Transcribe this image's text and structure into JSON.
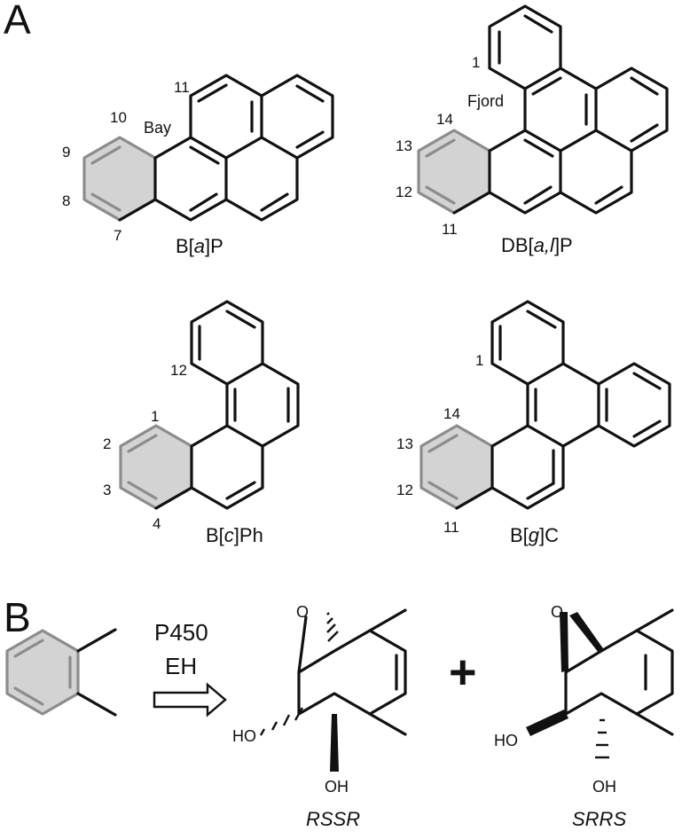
{
  "panels": {
    "a": {
      "label": "A"
    },
    "b": {
      "label": "B"
    }
  },
  "highlight_color": "#d3d3d3",
  "compounds": {
    "bap": {
      "name_prefix": "B[",
      "name_italic": "a",
      "name_suffix": "]P",
      "region": "Bay",
      "numbers": {
        "n7": "7",
        "n8": "8",
        "n9": "9",
        "n10": "10",
        "n11": "11"
      }
    },
    "dbalp": {
      "name_prefix": "DB[",
      "name_italic": "a,l",
      "name_suffix": "]P",
      "region": "Fjord",
      "numbers": {
        "n1": "1",
        "n11": "11",
        "n12": "12",
        "n13": "13",
        "n14": "14"
      }
    },
    "bcph": {
      "name_prefix": "B[",
      "name_italic": "c",
      "name_suffix": "]Ph",
      "numbers": {
        "n1": "1",
        "n2": "2",
        "n3": "3",
        "n4": "4",
        "n12": "12"
      }
    },
    "bgc": {
      "name_prefix": "B[",
      "name_italic": "g",
      "name_suffix": "]C",
      "numbers": {
        "n1": "1",
        "n11": "11",
        "n12": "12",
        "n13": "13",
        "n14": "14"
      }
    }
  },
  "reaction": {
    "reagent_1": "P450",
    "reagent_2": "EH",
    "plus": "+",
    "product_1": {
      "stereo": "RSSR",
      "oxygen": "O",
      "hydroxyl_1": "HO",
      "hydroxyl_2": "OH"
    },
    "product_2": {
      "stereo": "SRRS",
      "oxygen": "O",
      "hydroxyl_1": "HO",
      "hydroxyl_2": "OH"
    }
  }
}
